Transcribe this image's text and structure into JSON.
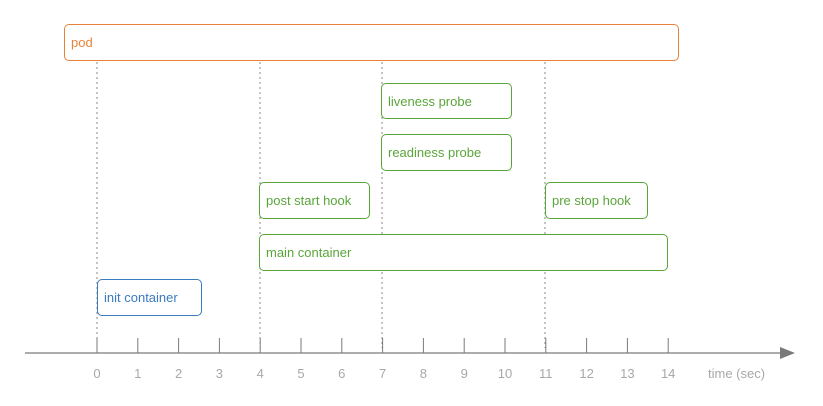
{
  "boxes": {
    "pod": "pod",
    "liveness_probe": "liveness probe",
    "readiness_probe": "readiness probe",
    "post_start_hook": "post start hook",
    "pre_stop_hook": "pre stop hook",
    "main_container": "main container",
    "init_container": "init container"
  },
  "axis": {
    "ticks": [
      "0",
      "1",
      "2",
      "3",
      "4",
      "5",
      "6",
      "7",
      "8",
      "9",
      "10",
      "11",
      "12",
      "13",
      "14"
    ],
    "label": "time (sec)"
  },
  "colors": {
    "pod": "#e8823a",
    "container": "#5aa53a",
    "init": "#3a7abf",
    "axis": "#7a7a7a",
    "guides": "#8a8a8a"
  }
}
